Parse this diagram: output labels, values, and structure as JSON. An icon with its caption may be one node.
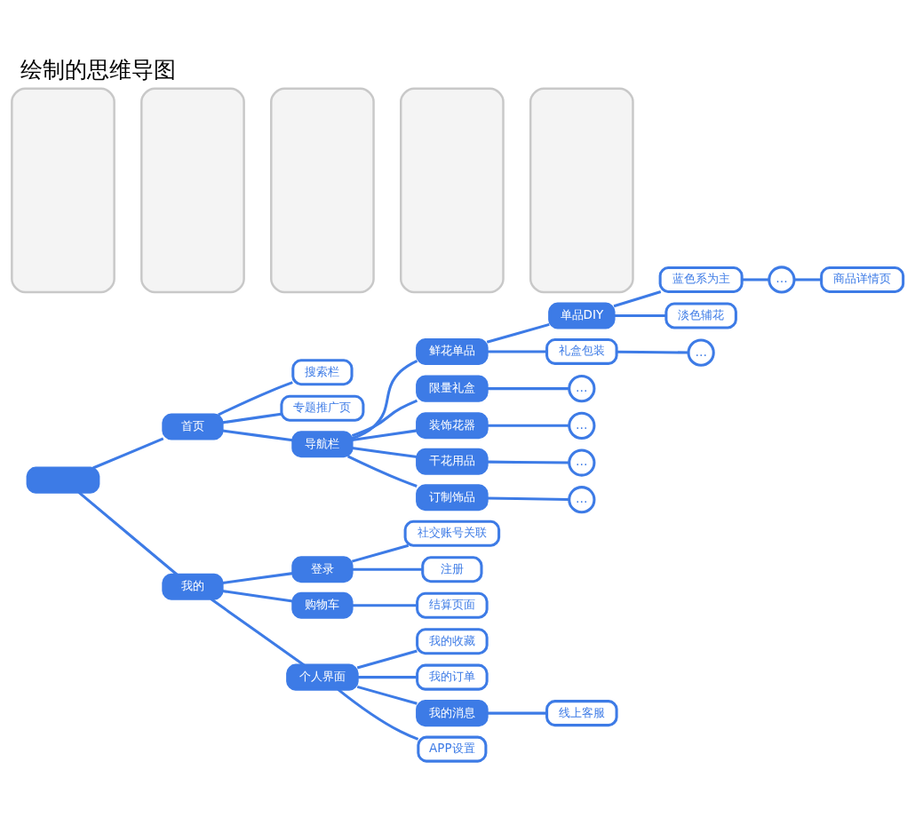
{
  "diagram": {
    "title": "绘制的思维导图",
    "nodes": [
      {
        "text": [],
        "shape": "box"
      },
      {
        "text": [
          "首页"
        ]
      },
      {
        "text": [
          "我的"
        ]
      },
      {
        "text": [
          "搜索栏"
        ]
      },
      {
        "text": [
          "专题推广页"
        ]
      },
      {
        "text": [
          "导航栏"
        ]
      },
      {
        "text": [
          "鲜花单品"
        ]
      },
      {
        "text": [
          "限量礼盒"
        ]
      },
      {
        "text": [
          "装饰花器"
        ]
      },
      {
        "text": [
          "干花用品"
        ]
      },
      {
        "text": [
          "订制饰品"
        ]
      },
      {
        "text": [
          "单品DIY"
        ]
      },
      {
        "text": [
          "礼盒包装"
        ]
      },
      {
        "text": [
          "蓝色系为主"
        ]
      },
      {
        "text": [
          "淡色辅花"
        ]
      },
      {
        "text": [
          "…"
        ]
      },
      {
        "text": [
          "商品详情页"
        ]
      },
      {
        "text": [
          "…"
        ]
      },
      {
        "text": [
          "…"
        ]
      },
      {
        "text": [
          "…"
        ]
      },
      {
        "text": [
          "…"
        ]
      },
      {
        "text": [
          "…"
        ]
      },
      {
        "text": [
          "登录"
        ]
      },
      {
        "text": [
          "购物车"
        ]
      },
      {
        "text": [
          "个人界面"
        ]
      },
      {
        "text": [
          "社交账号关联"
        ]
      },
      {
        "text": [
          "注册"
        ]
      },
      {
        "text": [
          "结算页面"
        ]
      },
      {
        "text": [
          "我的收藏"
        ]
      },
      {
        "text": [
          "我的订单"
        ]
      },
      {
        "text": [
          "我的消息"
        ]
      },
      {
        "text": [
          "线上客服"
        ]
      },
      {
        "text": [
          "APP设置"
        ]
      },
      {
        "text": [],
        "shape": "box"
      },
      {
        "text": [],
        "shape": "box"
      },
      {
        "text": [],
        "shape": "box"
      },
      {
        "text": [],
        "shape": "box"
      },
      {
        "text": [],
        "shape": "box"
      }
    ],
    "edges": [
      {
        "from": 0,
        "to": 1,
        "arrow": "none"
      },
      {
        "from": 0,
        "to": 2,
        "arrow": "none"
      },
      {
        "from": 1,
        "to": 3,
        "arrow": "none"
      },
      {
        "from": 1,
        "to": 4,
        "arrow": "none"
      },
      {
        "from": 1,
        "to": 5,
        "arrow": "none"
      },
      {
        "from": 5,
        "to": 6,
        "arrow": "none"
      },
      {
        "from": 5,
        "to": 7,
        "arrow": "none"
      },
      {
        "from": 5,
        "to": 8,
        "arrow": "none"
      },
      {
        "from": 5,
        "to": 9,
        "arrow": "none"
      },
      {
        "from": 5,
        "to": 10,
        "arrow": "none"
      },
      {
        "from": 6,
        "to": 11,
        "arrow": "none"
      },
      {
        "from": 6,
        "to": 12,
        "arrow": "none"
      },
      {
        "from": 11,
        "to": 13,
        "arrow": "none"
      },
      {
        "from": 11,
        "to": 14,
        "arrow": "none"
      },
      {
        "from": 13,
        "to": 15,
        "arrow": "none"
      },
      {
        "from": 15,
        "to": 16,
        "arrow": "none"
      },
      {
        "from": 12,
        "to": 17,
        "arrow": "none"
      },
      {
        "from": 7,
        "to": 18,
        "arrow": "none"
      },
      {
        "from": 8,
        "to": 19,
        "arrow": "none"
      },
      {
        "from": 9,
        "to": 20,
        "arrow": "none"
      },
      {
        "from": 10,
        "to": 21,
        "arrow": "none"
      },
      {
        "from": 2,
        "to": 22,
        "arrow": "none"
      },
      {
        "from": 2,
        "to": 23,
        "arrow": "none"
      },
      {
        "from": 2,
        "to": 24,
        "arrow": "none"
      },
      {
        "from": 22,
        "to": 25,
        "arrow": "none"
      },
      {
        "from": 22,
        "to": 26,
        "arrow": "none"
      },
      {
        "from": 23,
        "to": 27,
        "arrow": "none"
      },
      {
        "from": 24,
        "to": 28,
        "arrow": "none"
      },
      {
        "from": 24,
        "to": 29,
        "arrow": "none"
      },
      {
        "from": 24,
        "to": 30,
        "arrow": "none"
      },
      {
        "from": 30,
        "to": 31,
        "arrow": "none"
      },
      {
        "from": 24,
        "to": 32,
        "arrow": "none"
      }
    ]
  }
}
